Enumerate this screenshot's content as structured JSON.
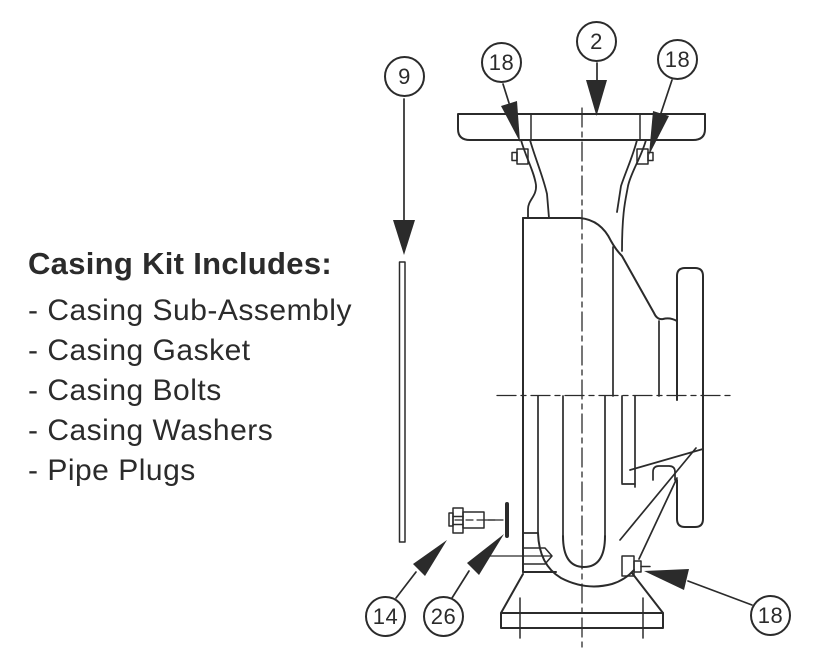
{
  "note": {
    "heading": "Casing Kit Includes:",
    "items": [
      "- Casing Sub-Assembly",
      "- Casing Gasket",
      "- Casing Bolts",
      "- Casing Washers",
      "- Pipe Plugs"
    ]
  },
  "callouts": {
    "gasket": "9",
    "plug_top_left": "18",
    "casing": "2",
    "plug_top_right": "18",
    "bolt": "14",
    "washer": "26",
    "plug_bottom": "18"
  },
  "colors": {
    "ink": "#2b2b2b",
    "paper": "#ffffff"
  }
}
